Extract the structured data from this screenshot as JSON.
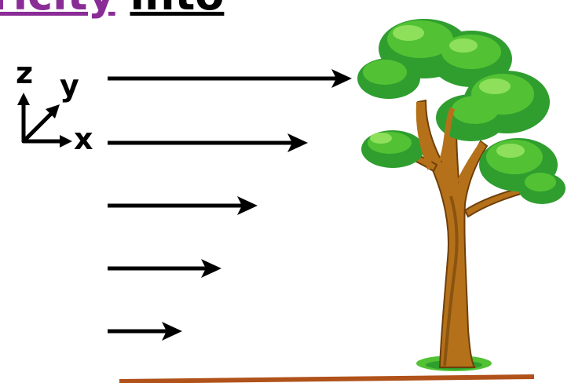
{
  "title": {
    "highlight_text": "ricity",
    "rest_text": "into",
    "highlight_color": "#8a2c96"
  },
  "axes": {
    "z_label": "z",
    "y_label": "y",
    "x_label": "x"
  },
  "wind_arrows": {
    "description_values": [
      5,
      4,
      3,
      2,
      1
    ]
  },
  "colors": {
    "trunk": "#b5711a",
    "trunk_shadow": "#8a5410",
    "foliage_dark": "#2f9e2f",
    "foliage_mid": "#52c234",
    "foliage_light": "#8ee05a",
    "ground": "#b0521a"
  },
  "icons": [
    "axes-icon",
    "tree-icon",
    "arrow-right-icon"
  ]
}
